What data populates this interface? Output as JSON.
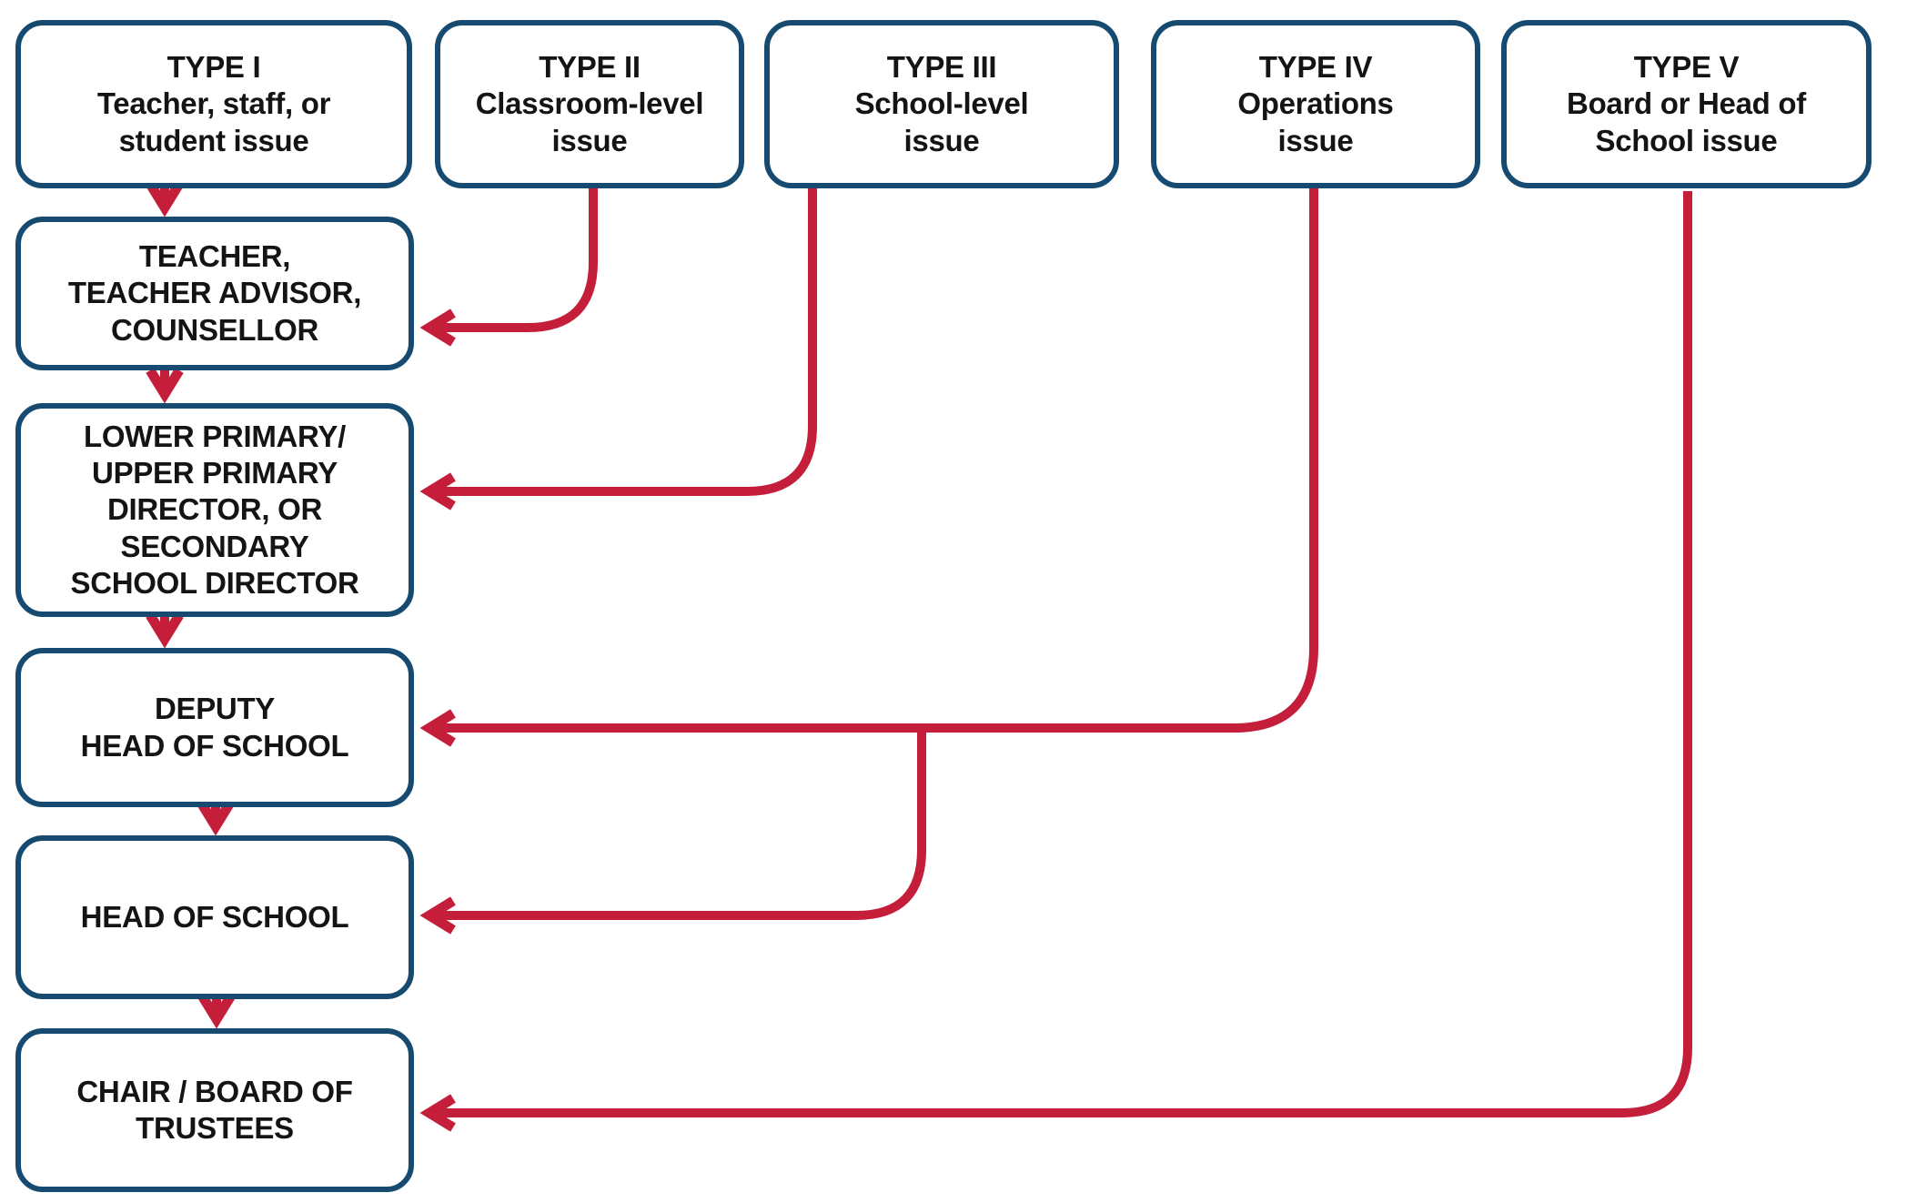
{
  "colors": {
    "box_border": "#164a70",
    "arrow": "#c41e3a",
    "box_fill": "#ffffff",
    "text": "#141414",
    "background": "#ffffff"
  },
  "nodes": {
    "type1": {
      "label": "TYPE I\nTeacher, staff, or\nstudent issue"
    },
    "type2": {
      "label": "TYPE II\nClassroom-level\nissue"
    },
    "type3": {
      "label": "TYPE III\nSchool-level\nissue"
    },
    "type4": {
      "label": "TYPE IV\nOperations\nissue"
    },
    "type5": {
      "label": "TYPE V\nBoard or Head of\nSchool issue"
    },
    "teacher": {
      "label": "TEACHER,\nTEACHER ADVISOR,\nCOUNSELLOR"
    },
    "director": {
      "label": "LOWER PRIMARY/\nUPPER PRIMARY\nDIRECTOR, OR\nSECONDARY\nSCHOOL DIRECTOR"
    },
    "deputy": {
      "label": "DEPUTY\nHEAD OF SCHOOL"
    },
    "head": {
      "label": "HEAD OF SCHOOL"
    },
    "chair": {
      "label": "CHAIR / BOARD OF\nTRUSTEES"
    }
  },
  "edges": [
    {
      "from": "type1",
      "to": "teacher"
    },
    {
      "from": "teacher",
      "to": "director"
    },
    {
      "from": "director",
      "to": "deputy"
    },
    {
      "from": "deputy",
      "to": "head"
    },
    {
      "from": "head",
      "to": "chair"
    },
    {
      "from": "type2",
      "to": "teacher"
    },
    {
      "from": "type3",
      "to": "director"
    },
    {
      "from": "type4",
      "to": "deputy"
    },
    {
      "from": "type4",
      "to": "head"
    },
    {
      "from": "type5",
      "to": "chair"
    }
  ]
}
